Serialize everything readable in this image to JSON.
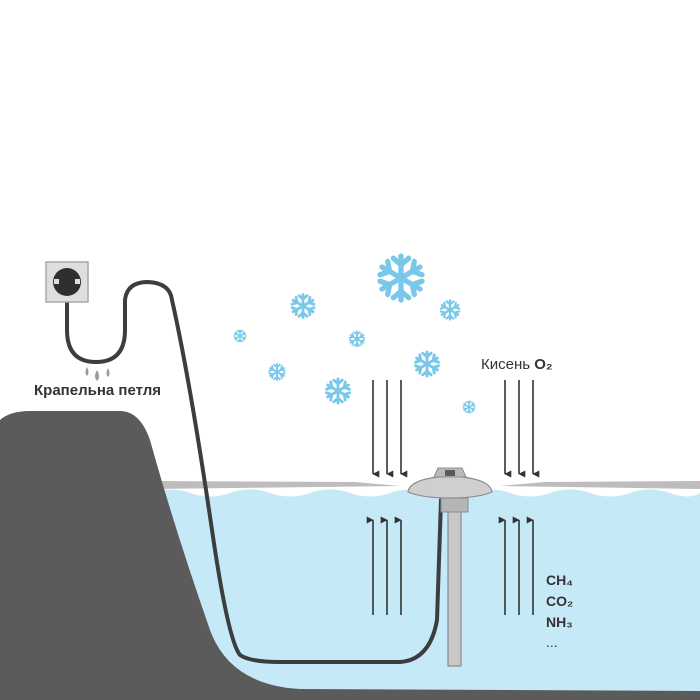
{
  "labels": {
    "drip_loop": "Крапельна петля",
    "oxygen": "Кисень",
    "oxygen_formula": "O₂"
  },
  "gases": [
    "CH₄",
    "CO₂",
    "NH₃",
    "..."
  ],
  "colors": {
    "ground": "#5b5b5b",
    "water": "#c5e9f7",
    "ice": "#bdbdbd",
    "snowflake": "#79c8ea",
    "cable": "#3d3d3d",
    "arrow": "#333333"
  },
  "icons": [
    "socket-icon",
    "snowflake-icon",
    "water-drop-icon",
    "aerator-icon"
  ]
}
